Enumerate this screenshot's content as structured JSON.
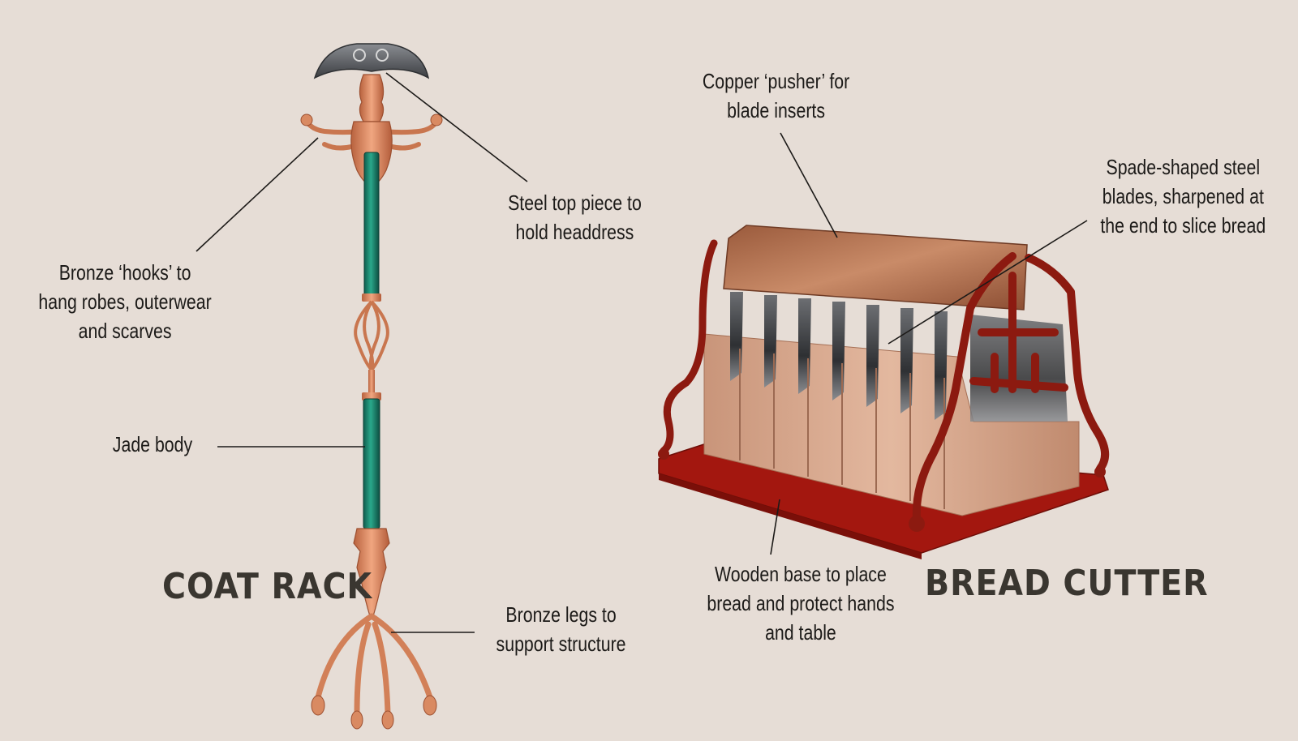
{
  "titles": {
    "coat_rack": "COAT RACK",
    "bread_cutter": "BREAD CUTTER"
  },
  "labels": {
    "steel_top": [
      "Steel top piece to",
      "hold headdress"
    ],
    "bronze_hooks": [
      "Bronze ‘hooks’ to",
      "hang robes, outerwear",
      "and scarves"
    ],
    "jade_body": [
      "Jade body"
    ],
    "bronze_legs": [
      "Bronze legs to",
      "support structure"
    ],
    "copper_pusher": [
      "Copper ‘pusher’ for",
      "blade inserts"
    ],
    "spade_blades": [
      "Spade-shaped steel",
      "blades, sharpened at",
      "the end to slice bread"
    ],
    "wooden_base": [
      "Wooden base to place",
      "bread and protect hands",
      "and table"
    ]
  },
  "colors": {
    "background": "#e6ddd6",
    "bronze": "#d98a62",
    "jade": "#1f8a73",
    "steel": "#5a5c60",
    "wood_red": "#a3170f",
    "copper": "#b8704f",
    "bread": "#d9a98e"
  }
}
